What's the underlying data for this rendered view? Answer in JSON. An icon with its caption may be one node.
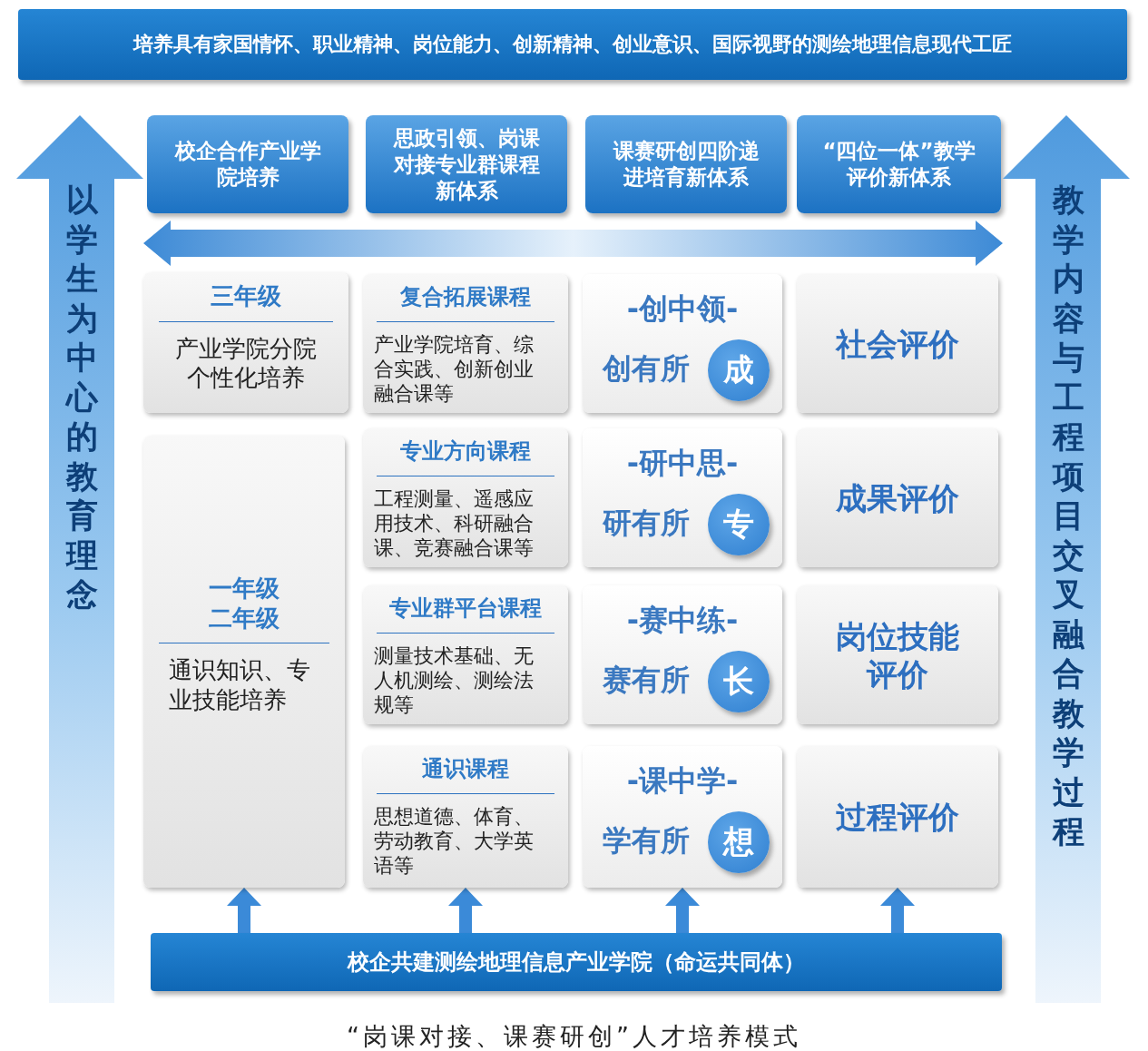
{
  "diagram": {
    "caption": "“岗课对接、课赛研创”人才培养模式",
    "nodes": [
      {
        "text": [
          "培养具有家国情怀、职业精神、岗位能力、创新精神、创业意识、国际视野的测绘地理信息现代工匠"
        ]
      },
      {
        "text": [
          "以学生为中心的教育理念"
        ]
      },
      {
        "text": [
          "校企合作产业学院培养"
        ]
      },
      {
        "text": [
          "思政引领、岗课对接专业群课程新体系"
        ]
      },
      {
        "text": [
          "课赛研创四阶递进培育新体系"
        ]
      },
      {
        "text": [
          "“四位一体”教学评价新体系"
        ]
      },
      {
        "text": [
          "教学内容与工程项目交叉融合教学过程"
        ]
      },
      {
        "text": [
          "三年级",
          "产业学院分院个性化培养"
        ]
      },
      {
        "text": [
          "复合拓展课程",
          "产业学院培育、综合实践、创新创业融合课等"
        ]
      },
      {
        "text": [
          "-**创**中领-",
          "创有所"
        ]
      },
      {
        "text": [
          "成"
        ],
        "in": 9
      },
      {
        "text": [
          "社会评价"
        ]
      },
      {
        "text": [
          "一年级二年级",
          "通识知识、专业技能培养"
        ]
      },
      {
        "text": [
          "专业方向课程",
          "工程测量、遥感应用技术、科研融合课、竞赛融合课等"
        ]
      },
      {
        "text": [
          "-**研**中思-",
          "研有所"
        ]
      },
      {
        "text": [
          "专"
        ],
        "in": 14
      },
      {
        "text": [
          "成果评价"
        ]
      },
      {
        "text": [
          "专业群平台课程",
          "测量技术基础、无人机测绘、测绘法规等"
        ]
      },
      {
        "text": [
          "-**赛**中练-",
          "赛有所"
        ]
      },
      {
        "text": [
          "长"
        ],
        "in": 18
      },
      {
        "text": [
          "岗位技能评价"
        ]
      },
      {
        "text": [
          "通识课程",
          "思想道德、体育、劳动教育、大学英语等"
        ]
      },
      {
        "text": [
          "-**课**中学-",
          "学有所"
        ]
      },
      {
        "text": [
          "想"
        ],
        "in": 22
      },
      {
        "text": [
          "过程评价"
        ]
      },
      {
        "text": [
          "校企共建测绘地理信息产业学院（命运共同体）"
        ]
      }
    ],
    "edges": [
      {
        "from": 1,
        "to": 6,
        "arrow": "both",
        "style": "thick"
      },
      {
        "from": 25,
        "to": 12,
        "arrow": "to",
        "style": "thick"
      },
      {
        "from": 25,
        "to": 21,
        "arrow": "to",
        "style": "thick"
      },
      {
        "from": 25,
        "to": 22,
        "arrow": "to",
        "style": "thick"
      },
      {
        "from": 25,
        "to": 24,
        "arrow": "to",
        "style": "thick"
      }
    ]
  }
}
